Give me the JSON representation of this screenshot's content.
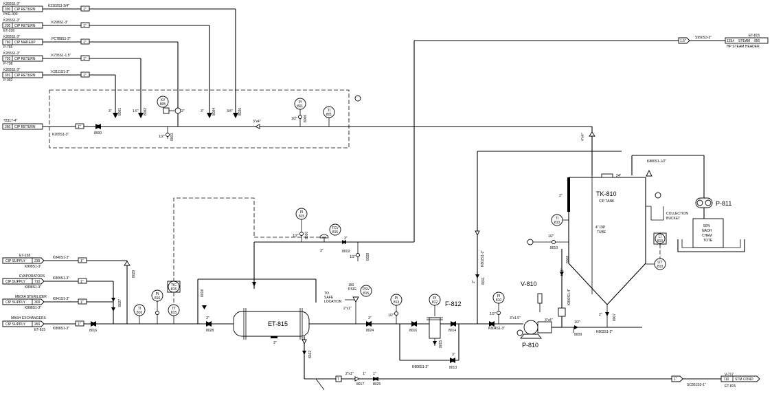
{
  "diagram": {
    "inbound": [
      {
        "top": "K265S1-3\"",
        "num": "300",
        "name": "CIP RETURN",
        "sub": "PKG-300",
        "line": "K3102S1-3/4\"",
        "size": "1\""
      },
      {
        "top": "K265S1-3\"",
        "num": "230",
        "name": "CIP RETURN",
        "sub": "ET-236",
        "line": "K298S1-3\"",
        "size": "1\""
      },
      {
        "top": "K265S1-3\"",
        "num": "760",
        "name": "CIP MAKEUP",
        "sub": "P-765",
        "line": "PC789S1-2\"",
        "size": "1\""
      },
      {
        "top": "K265S1-3\"",
        "num": "720",
        "name": "CIP RETURN",
        "sub": "P-738",
        "line": "K735S1-1.5\"",
        "size": "1\""
      },
      {
        "top": "K265S1-3\"",
        "num": "391",
        "name": "CIP RETURN",
        "sub": "P-392",
        "line": "K3111S1-3\"",
        "size": "1\""
      }
    ],
    "header_return": {
      "top": "?2317-4\"",
      "num": "260",
      "name": "CIP RETURN",
      "line": "K265S1-3\"",
      "size": "1\""
    },
    "steam": {
      "size": "1.5\"",
      "line": "S950S3-3\"",
      "tag": "ET-815",
      "num": "125#",
      "name": "STEAM",
      "num2": "950",
      "sub": "HP STEAM HEADER"
    },
    "supplies": [
      {
        "top": "ET-238",
        "name": "CIP SUPPLY",
        "num": "230",
        "sub": "K808S1-3\"",
        "line": "K840S1-3\"",
        "size": "1\""
      },
      {
        "top": "EVAPORATORS",
        "name": "CIP SUPPLY",
        "num": "710",
        "sub": "K808S1-3\"",
        "line": "K809S1-3\"",
        "size": "1\""
      },
      {
        "top": "MEDIA STERILIZER",
        "name": "CIP SUPPLY",
        "num": "300",
        "sub": "K808S1-3\"",
        "line": "K841S1-3\"",
        "size": "1\""
      },
      {
        "top": "MASH EXCHANGERS",
        "name": "CIP SUPPLY",
        "num": "260",
        "sub": "ET-815",
        "line": "K808S1-3\"",
        "size": "1\""
      }
    ],
    "condensate": {
      "size": "1\"",
      "line": "SC851S3-1\"",
      "tag": "V-717",
      "num": "710",
      "name": "STM COND",
      "sub": "ET-815"
    },
    "equipment": {
      "tank": "ET-815",
      "strainer": "F-812",
      "tank2": "TK-810",
      "tank2_sub": "CIP TANK",
      "pump": "P-810",
      "vessel": "V-810",
      "pump2": "P-811",
      "tote": [
        "50%",
        "NAOH",
        "CHEM",
        "TOTE"
      ],
      "bucket": [
        "COLLECTION",
        "BUCKET"
      ],
      "dip": [
        "4\" DIP",
        "TUBE"
      ],
      "tank_top": "24\"",
      "tank_side": "2\""
    },
    "instruments": [
      {
        "t": "XV",
        "n": "805"
      },
      {
        "t": "PI",
        "n": "801"
      },
      {
        "t": "TI",
        "n": "801"
      },
      {
        "t": "PI",
        "n": "815"
      },
      {
        "t": "TCV",
        "n": "815"
      },
      {
        "t": "TI",
        "n": "816"
      },
      {
        "t": "PI",
        "n": "816"
      },
      {
        "t": "TIC",
        "n": "815"
      },
      {
        "t": "TT",
        "n": "815"
      },
      {
        "t": "PSV",
        "n": "815"
      },
      {
        "t": "PI",
        "n": "813"
      },
      {
        "t": "PI",
        "n": "812"
      },
      {
        "t": "PI",
        "n": "810"
      },
      {
        "t": "TI",
        "n": "810"
      },
      {
        "t": "LI",
        "n": "810"
      },
      {
        "t": "LIT",
        "n": "810"
      }
    ],
    "valves": [
      "8000",
      "8001",
      "8002",
      "8003",
      "8004",
      "8026",
      "8006",
      "8020",
      "8019",
      "8028",
      "8029",
      "8027",
      "8016",
      "8018",
      "8025",
      "8022",
      "8024",
      "8017",
      "8016",
      "8014",
      "8013",
      "8015",
      "8011",
      "8009",
      "8010",
      "8008",
      "8007",
      "8005"
    ],
    "lines": [
      "K880S1-1/2\"",
      "K802S1-2\"",
      "K806S1-3\"",
      "K804S1-3\"",
      "K803S1-4\"",
      "K802S1-2\""
    ],
    "sizes": [
      "3\"",
      "1.5\"",
      "3\"",
      "3/4\"",
      "1/2\"",
      "2\"",
      "3\"x4\"",
      "4\"x4\"",
      "3\"x1.5\"",
      "3\"x4\"",
      "2\"x1\"",
      "1\"",
      "1\"",
      "150",
      "PSIG"
    ],
    "notes": [
      "TO",
      "SAFE",
      "LOCATION"
    ]
  }
}
